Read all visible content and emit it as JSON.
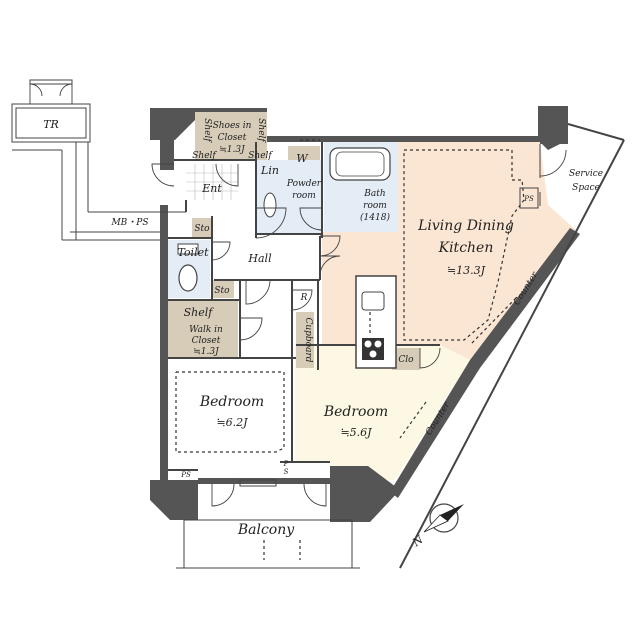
{
  "rooms": {
    "tr": "TR",
    "mb_ps": "MB・PS",
    "shelf": "Shelf",
    "shoes_closet": [
      "Shoes in",
      "Closet",
      "≒1.3J"
    ],
    "ent": "Ent",
    "lin": "Lin",
    "w": "W",
    "powder_room": [
      "Powder",
      "room"
    ],
    "bath_room": [
      "Bath",
      "room",
      "(1418)"
    ],
    "ldk_name": [
      "Living Dining",
      "Kitchen"
    ],
    "ldk_area": "≒13.3J",
    "service_space": [
      "Service",
      "Space"
    ],
    "ps": "PS",
    "sto": "Sto",
    "toilet": "Toilet",
    "hall": "Hall",
    "r": "R",
    "cupboard": "Cupboard",
    "walkin_closet": [
      "Walk in",
      "Closet",
      "≒1.3J"
    ],
    "clo": "Clo",
    "counter": "Counter",
    "bedroom1_name": "Bedroom",
    "bedroom1_area": "≒6.2J",
    "bedroom2_name": "Bedroom",
    "bedroom2_area": "≒5.6J",
    "p_s": [
      "P",
      "S"
    ],
    "balcony": "Balcony",
    "north": "N"
  },
  "colors": {
    "ldk_fill": "#fbe6d4",
    "bedroom2_fill": "#fdf8e3",
    "storage_fill": "#d6ccb8",
    "wet_fill": "#e4ecf6",
    "wall": "#555555"
  }
}
